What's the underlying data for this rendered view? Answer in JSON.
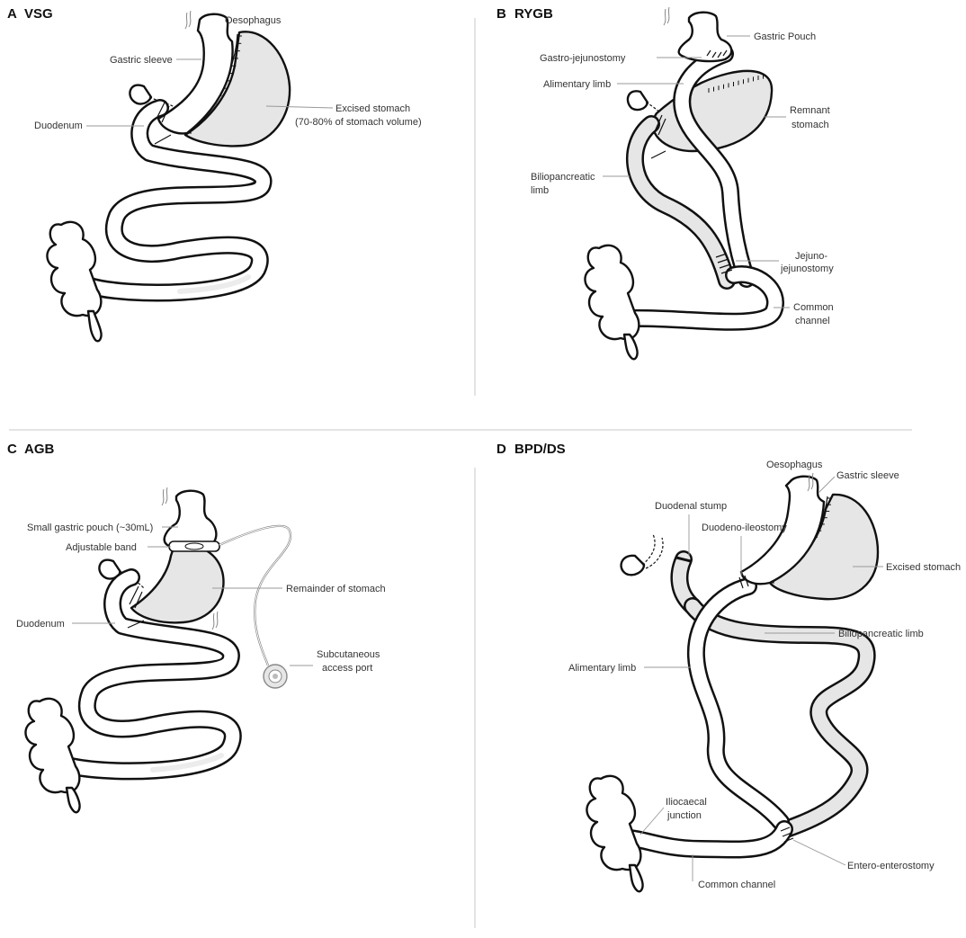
{
  "colors": {
    "ink": "#111111",
    "label": "#333333",
    "leader": "#999999",
    "tissue_fill": "#e6e6e6",
    "divider": "#c8c8c8"
  },
  "panels": {
    "a": {
      "letter": "A",
      "title": "VSG",
      "labels": {
        "oesophagus": "Oesophagus",
        "gastric_sleeve": "Gastric sleeve",
        "excised_stomach": "Excised stomach",
        "excised_note": "(70-80% of stomach volume)",
        "duodenum": "Duodenum"
      }
    },
    "b": {
      "letter": "B",
      "title": "RYGB",
      "labels": {
        "gastric_pouch": "Gastric Pouch",
        "gastro_jejunostomy": "Gastro-jejunostomy",
        "alimentary_limb": "Alimentary limb",
        "remnant_1": "Remnant",
        "remnant_2": "stomach",
        "bilio_1": "Biliopancreatic",
        "bilio_2": "limb",
        "jj_1": "Jejuno-",
        "jj_2": "jejunostomy",
        "cc_1": "Common",
        "cc_2": "channel"
      }
    },
    "c": {
      "letter": "C",
      "title": "AGB",
      "labels": {
        "pouch": "Small gastric pouch (~30mL)",
        "band": "Adjustable band",
        "remainder": "Remainder of stomach",
        "duodenum": "Duodenum",
        "port_1": "Subcutaneous",
        "port_2": "access port"
      }
    },
    "d": {
      "letter": "D",
      "title": "BPD/DS",
      "labels": {
        "oesophagus": "Oesophagus",
        "gastric_sleeve": "Gastric sleeve",
        "duodenal_stump": "Duodenal stump",
        "duodeno_ileostomy": "Duodeno-ileostomy",
        "excised_stomach": "Excised stomach",
        "bilio_limb": "Biliopancreatic limb",
        "alimentary_limb": "Alimentary limb",
        "ilio_1": "Iliocaecal",
        "ilio_2": "junction",
        "entero": "Entero-enterostomy",
        "common_channel": "Common channel"
      }
    }
  }
}
